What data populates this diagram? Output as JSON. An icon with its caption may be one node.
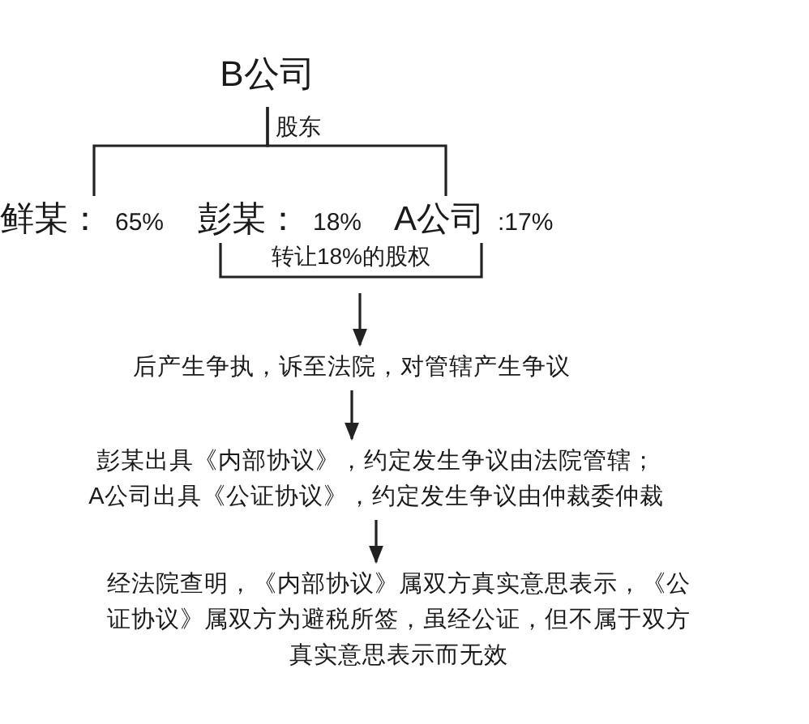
{
  "diagram": {
    "nodes": [
      {
        "text": [
          "B公司"
        ]
      },
      {
        "text": [
          "鲜某：",
          "65%"
        ]
      },
      {
        "text": [
          "彭某：",
          "18%"
        ]
      },
      {
        "text": [
          "A公司",
          ":17%"
        ]
      },
      {
        "text": [
          "后产生争执，诉至法院，对管辖产生争议"
        ]
      },
      {
        "text": [
          "彭某出具《内部协议》，约定发生争议由法院管辖；",
          "A公司出具《公证协议》，约定发生争议由仲裁委仲裁"
        ]
      },
      {
        "text": [
          "经法院查明，《内部协议》属双方真实意思表示，《公证协议》属双方为避税所签，虽经公证，但不属于双方真实意思表示而无效"
        ]
      }
    ],
    "edges": [
      {
        "from": 0,
        "to": 1,
        "arrow": "none",
        "label": "股东"
      },
      {
        "from": 0,
        "to": 3,
        "arrow": "none"
      },
      {
        "from": 2,
        "to": 3,
        "arrow": "none",
        "label": "转让18%的股权"
      },
      {
        "from": null,
        "to": 4,
        "arrow": "to"
      },
      {
        "from": 4,
        "to": 5,
        "arrow": "to"
      },
      {
        "from": 5,
        "to": 6,
        "arrow": "to"
      }
    ]
  }
}
